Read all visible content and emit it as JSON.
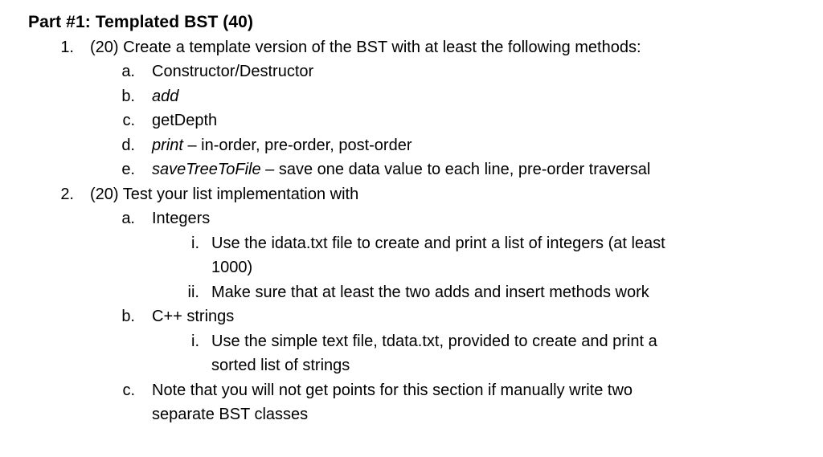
{
  "page": {
    "heading": "Part #1: Templated BST (40)",
    "lines": [
      {
        "marker": "1.",
        "em": "",
        "text": "(20) Create a template version of the BST with at least the following methods:"
      },
      {
        "marker": "a.",
        "em": "",
        "text": "Constructor/Destructor"
      },
      {
        "marker": "b.",
        "em": "add",
        "text": ""
      },
      {
        "marker": "c.",
        "em": "",
        "text": "getDepth"
      },
      {
        "marker": "d.",
        "em": "print",
        "text": " – in-order, pre-order, post-order"
      },
      {
        "marker": "e.",
        "em": "saveTreeToFile",
        "text": " – save one data value to each line, pre-order traversal"
      },
      {
        "marker": "2.",
        "em": "",
        "text": "(20) Test your list implementation with"
      },
      {
        "marker": "a.",
        "em": "",
        "text": "Integers"
      },
      {
        "marker": "i.",
        "em": "",
        "text": "Use the idata.txt file to create and print a list of integers (at least\n1000)"
      },
      {
        "marker": "ii.",
        "em": "",
        "text": "Make sure that at least the two adds and insert methods work"
      },
      {
        "marker": "b.",
        "em": "",
        "text": "C++ strings"
      },
      {
        "marker": "i.",
        "em": "",
        "text": "Use the simple text file, tdata.txt, provided to create and print a\nsorted list of strings"
      },
      {
        "marker": "c.",
        "em": "",
        "text": "Note that you will not get points for this section if manually write two\nseparate BST classes"
      }
    ]
  }
}
